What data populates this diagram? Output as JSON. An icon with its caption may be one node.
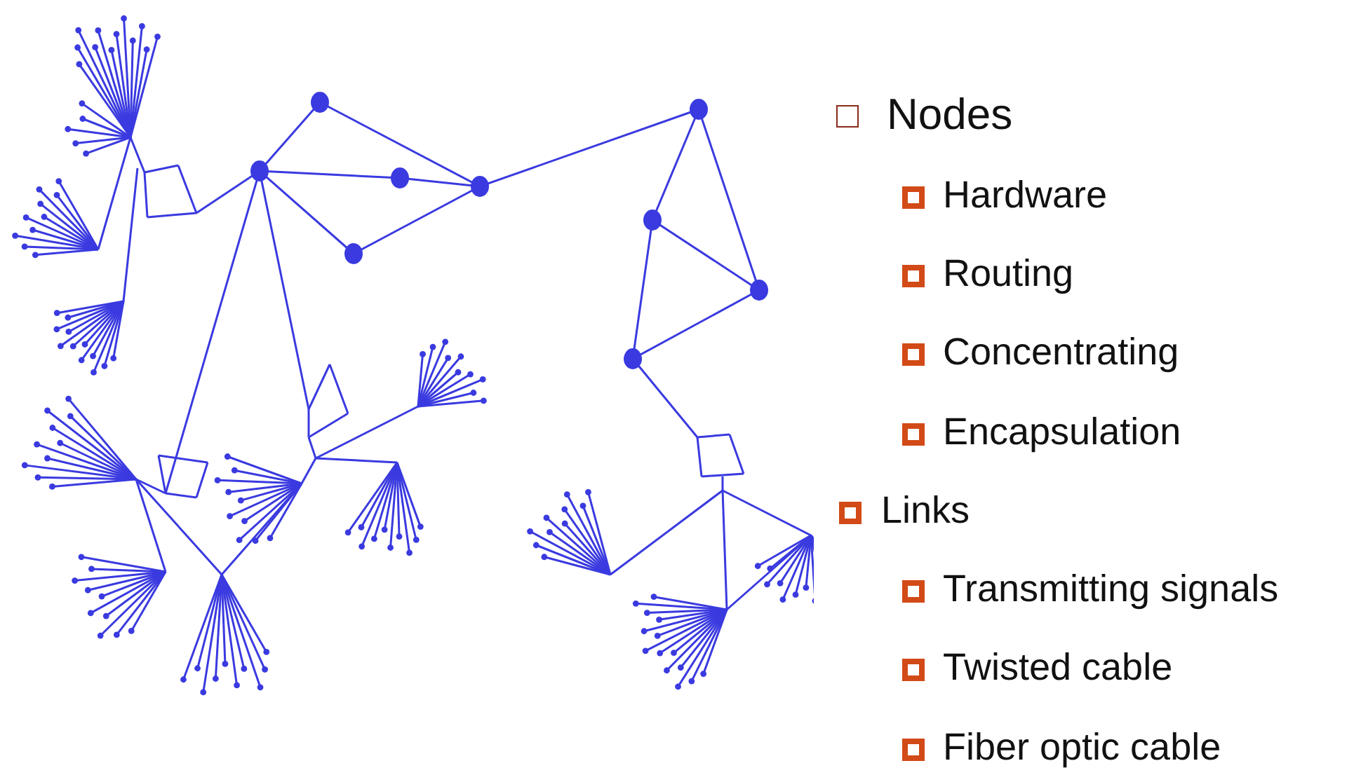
{
  "diagram": {
    "labels": [
      "Nodes",
      "Hardware",
      "Routing",
      "Concentrating",
      "Encapsulation",
      "Links",
      "Transmitting signals",
      "Twisted cable",
      "Fiber optic cable"
    ]
  }
}
